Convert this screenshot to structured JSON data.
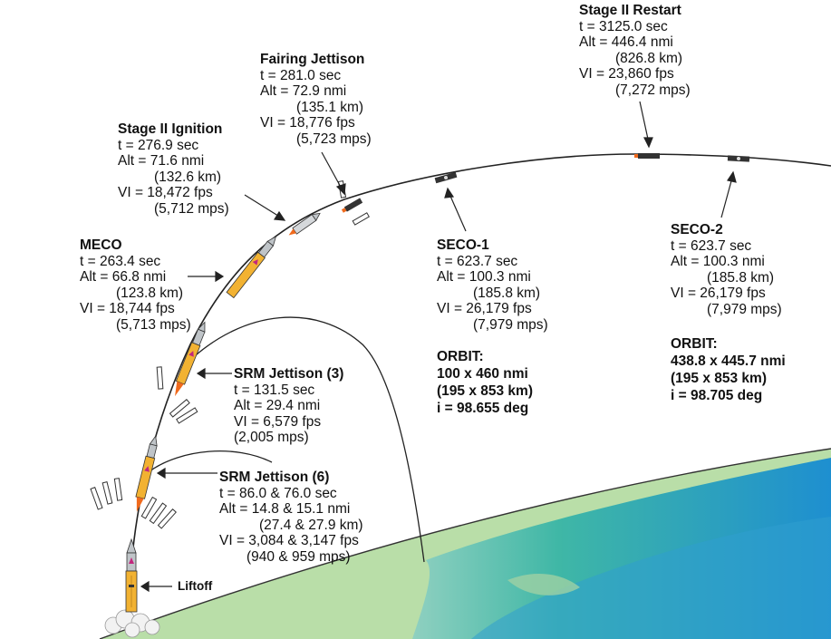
{
  "colors": {
    "ground_green": "#b9dea8",
    "ocean_blue": "#2f9fcf",
    "ocean_teal": "#3fb7a6",
    "rocket_orange": "#f2b232",
    "rocket_silver": "#bfc4c8",
    "accent_magenta": "#c2277d",
    "flame": "#f06a1d"
  },
  "events": {
    "stage2_restart": {
      "title": "Stage II Restart",
      "lines": [
        "t = 3125.0 sec",
        "Alt = 446.4 nmi",
        "(826.8 km)",
        "VI = 23,860 fps",
        "(7,272 mps)"
      ]
    },
    "fairing_jettison": {
      "title": "Fairing Jettison",
      "lines": [
        "t = 281.0 sec",
        "Alt = 72.9 nmi",
        "(135.1 km)",
        "VI = 18,776 fps",
        "(5,723 mps)"
      ]
    },
    "stage2_ignition": {
      "title": "Stage II Ignition",
      "lines": [
        "t = 276.9 sec",
        "Alt = 71.6 nmi",
        "(132.6 km)",
        "VI = 18,472 fps",
        "(5,712 mps)"
      ]
    },
    "meco": {
      "title": "MECO",
      "lines": [
        "t = 263.4 sec",
        "Alt = 66.8 nmi",
        "(123.8 km)",
        "VI = 18,744 fps",
        "(5,713 mps)"
      ]
    },
    "seco1": {
      "title": "SECO-1",
      "lines": [
        "t = 623.7 sec",
        "Alt = 100.3 nmi",
        "(185.8 km)",
        "VI = 26,179 fps",
        "(7,979 mps)"
      ]
    },
    "seco2": {
      "title": "SECO-2",
      "lines": [
        "t = 623.7 sec",
        "Alt = 100.3 nmi",
        "(185.8 km)",
        "VI = 26,179 fps",
        "(7,979 mps)"
      ]
    },
    "srm_jettison_3": {
      "title": "SRM Jettison (3)",
      "lines": [
        "t = 131.5 sec",
        "Alt = 29.4 nmi",
        "VI = 6,579 fps",
        "(2,005 mps)"
      ]
    },
    "srm_jettison_6": {
      "title": "SRM Jettison (6)",
      "lines": [
        "t = 86.0 & 76.0 sec",
        "Alt = 14.8 & 15.1 nmi",
        "(27.4 & 27.9 km)",
        "VI = 3,084 & 3,147 fps",
        "(940 & 959 mps)"
      ]
    }
  },
  "orbits": {
    "orbit1": {
      "lines": [
        "ORBIT:",
        "100 x 460 nmi",
        "(195 x 853 km)",
        "i = 98.655 deg"
      ]
    },
    "orbit2": {
      "lines": [
        "ORBIT:",
        "438.8 x 445.7 nmi",
        "(195 x 853 km)",
        "i = 98.705 deg"
      ]
    }
  },
  "liftoff_label": "Liftoff"
}
